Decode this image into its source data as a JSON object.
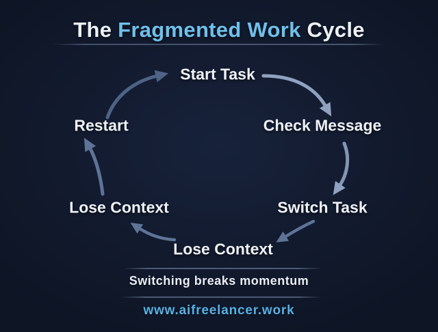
{
  "title": {
    "prefix": "The ",
    "highlight": "Fragmented Work ",
    "suffix": "Cycle"
  },
  "cycle": {
    "nodes": [
      {
        "id": "start-task",
        "label": "Start Task"
      },
      {
        "id": "check-message",
        "label": "Check Message"
      },
      {
        "id": "switch-task",
        "label": "Switch Task"
      },
      {
        "id": "lose-context-bottom",
        "label": "Lose Context"
      },
      {
        "id": "lose-context-left",
        "label": "Lose Context"
      },
      {
        "id": "restart",
        "label": "Restart"
      }
    ]
  },
  "caption": {
    "text": "Switching breaks momentum"
  },
  "footer": {
    "url_text": "www.aifreelancer.work"
  },
  "colors": {
    "background": "#111a2d",
    "title_text": "#edf2f8",
    "title_highlight": "#6fc0ea",
    "node_text": "#eef2f7",
    "arrow_dark": "#4e6386",
    "arrow_medium": "#5e7497",
    "arrow_light": "#8fa2c0",
    "divider": "#7b92b5",
    "footer_link": "#57b1e4"
  }
}
